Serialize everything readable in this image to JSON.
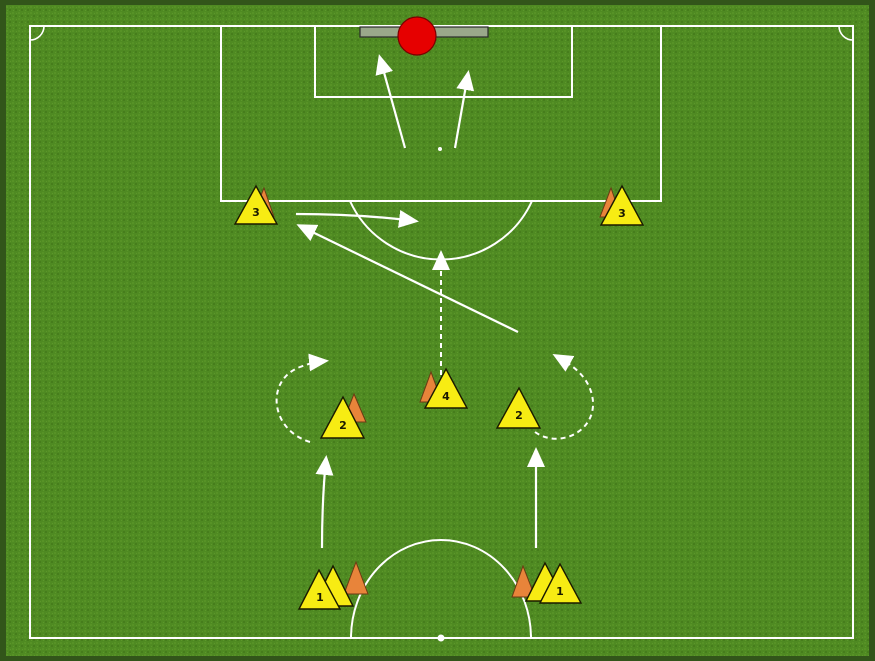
{
  "colors": {
    "grass": "#4f8a22",
    "grass_dark": "#3f7418",
    "lines": "#ffffff",
    "player_fill": "#f7ec13",
    "player_stroke": "#1a1a00",
    "cone": "#e8843a",
    "ball": "#e60000",
    "goal": "#9aa88a"
  },
  "players": [
    {
      "id": "p1a",
      "label": "1"
    },
    {
      "id": "p1b",
      "label": "1"
    },
    {
      "id": "p2a",
      "label": "2"
    },
    {
      "id": "p2b",
      "label": "2"
    },
    {
      "id": "p3a",
      "label": "3"
    },
    {
      "id": "p3b",
      "label": "3"
    },
    {
      "id": "p4",
      "label": "4"
    }
  ],
  "icons": {
    "ball": "ball-icon",
    "cone": "cone-icon",
    "goal": "goal-icon"
  }
}
